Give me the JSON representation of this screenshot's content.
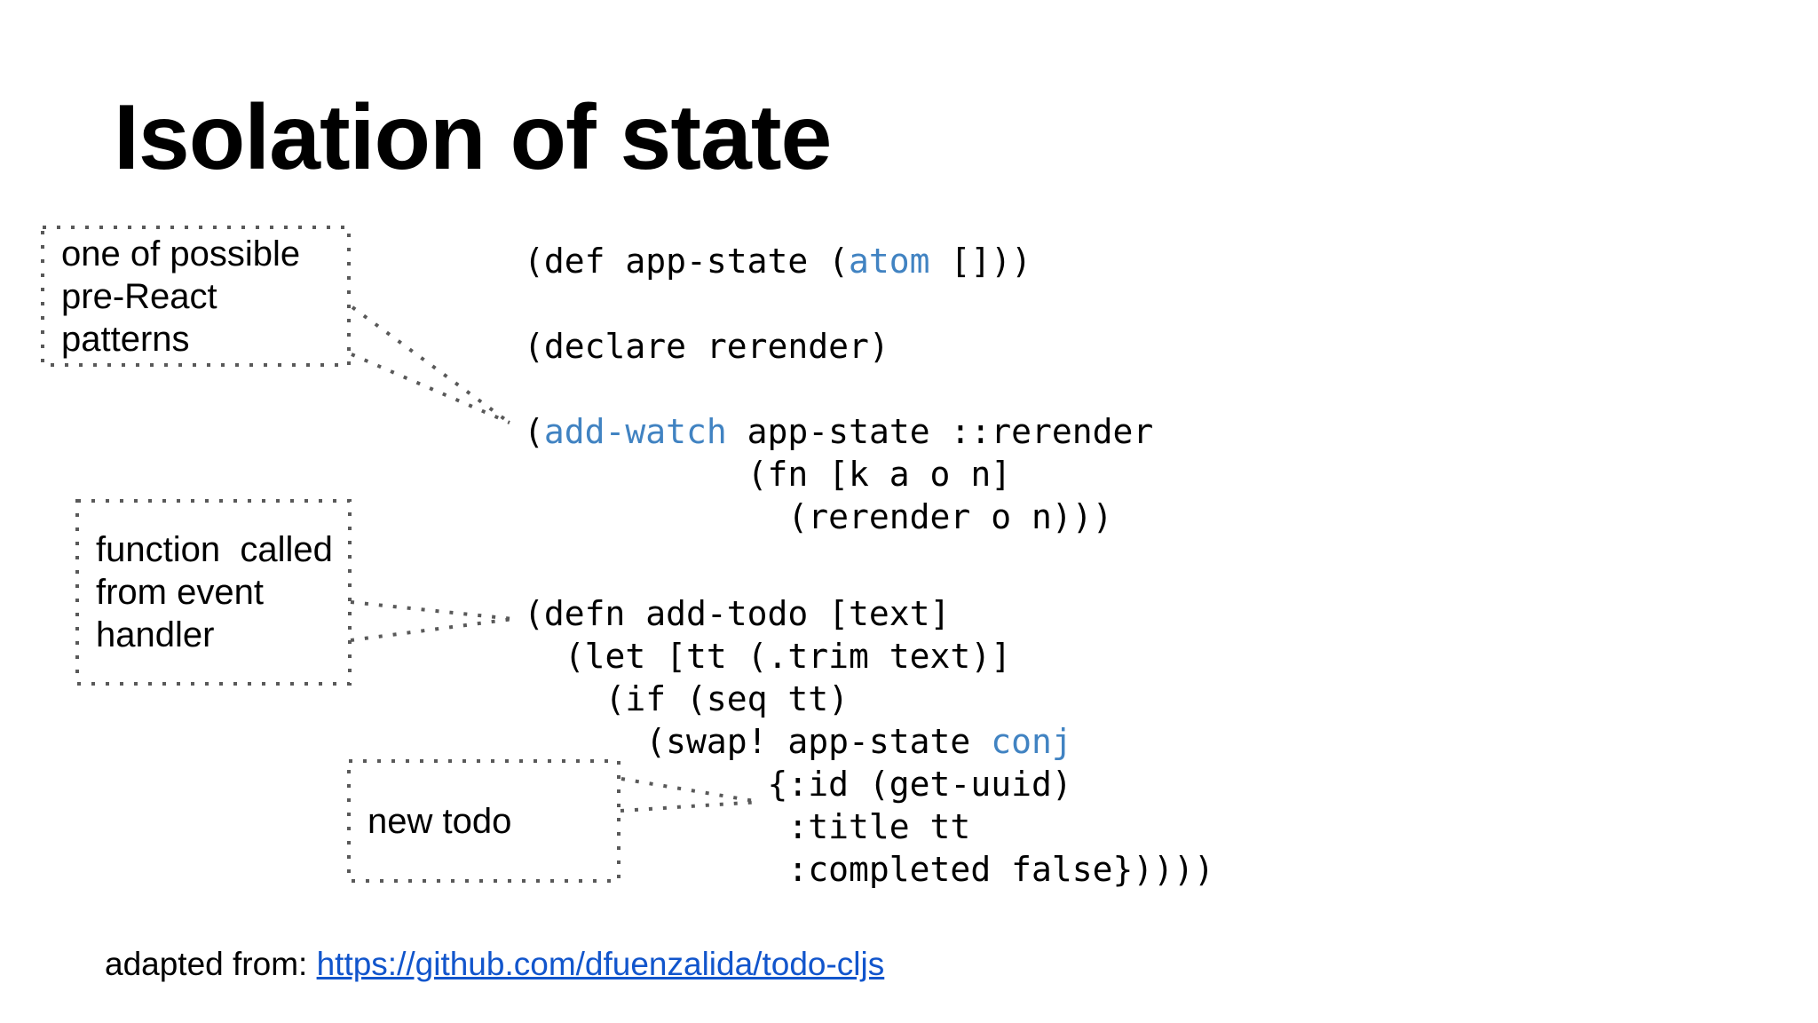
{
  "slide": {
    "title": "Isolation of state"
  },
  "colors": {
    "background": "#ffffff",
    "text_black": "#000000",
    "keyword_blue": "#4183c2",
    "link_blue": "#1155cc",
    "connector_gray": "#595959"
  },
  "annotations": {
    "box1": {
      "lines": [
        "one of possible",
        "pre-React",
        "patterns"
      ]
    },
    "box2": {
      "lines": [
        "function  called",
        "from event",
        "handler"
      ]
    },
    "box3": {
      "lines": [
        "new todo"
      ]
    }
  },
  "code_blocks": [
    {
      "id": "app-state-setup",
      "lines": [
        [
          {
            "t": "(def app-state ("
          },
          {
            "t": "atom",
            "k": true
          },
          {
            "t": " []))"
          }
        ],
        [],
        [
          {
            "t": "(declare rerender)"
          }
        ],
        [],
        [
          {
            "t": "("
          },
          {
            "t": "add-watch",
            "k": true
          },
          {
            "t": " app-state ::rerender"
          }
        ],
        [
          {
            "t": "           (fn [k a o n]"
          }
        ],
        [
          {
            "t": "             (rerender o n)))"
          }
        ]
      ]
    },
    {
      "id": "add-todo-fn",
      "lines": [
        [
          {
            "t": "(defn add-todo [text]"
          }
        ],
        [
          {
            "t": "  (let [tt (.trim text)]"
          }
        ],
        [
          {
            "t": "    (if (seq tt)"
          }
        ],
        [
          {
            "t": "      (swap! app-state "
          },
          {
            "t": "conj",
            "k": true
          }
        ],
        [
          {
            "t": "            {:id (get-uuid)"
          }
        ],
        [
          {
            "t": "             :title tt"
          }
        ],
        [
          {
            "t": "             :completed false}))))"
          }
        ]
      ]
    }
  ],
  "footer": {
    "prefix": "adapted from: ",
    "link_text": "https://github.com/dfuenzalida/todo-cljs"
  }
}
